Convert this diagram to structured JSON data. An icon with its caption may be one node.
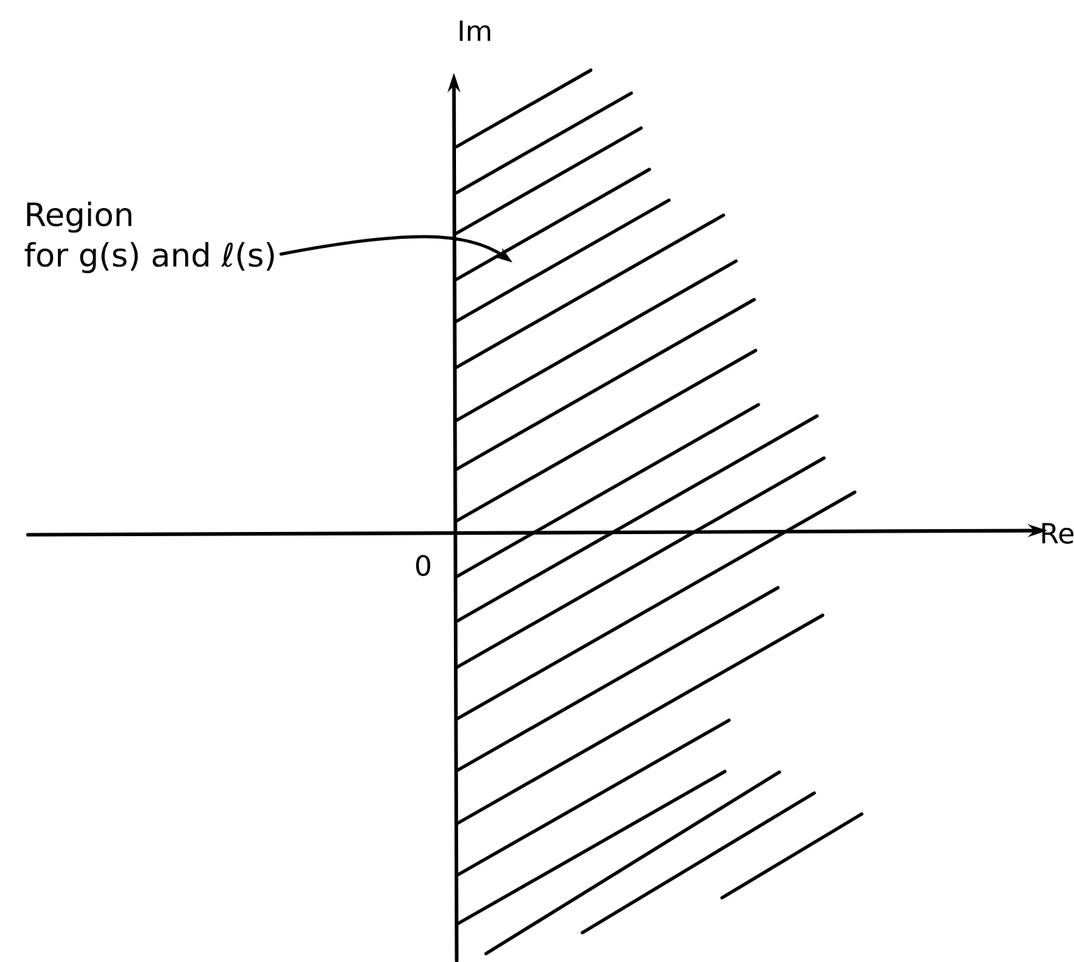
{
  "diagram": {
    "nodes": [
      {
        "text": [
          "Region for g(s) and ℓ(s)"
        ]
      },
      {
        "text": [],
        "shape": "picture"
      }
    ],
    "edges": [
      {
        "from": 0,
        "to": 1,
        "arrow": "to"
      }
    ],
    "labels": [
      "Im",
      "Re",
      "0"
    ]
  }
}
